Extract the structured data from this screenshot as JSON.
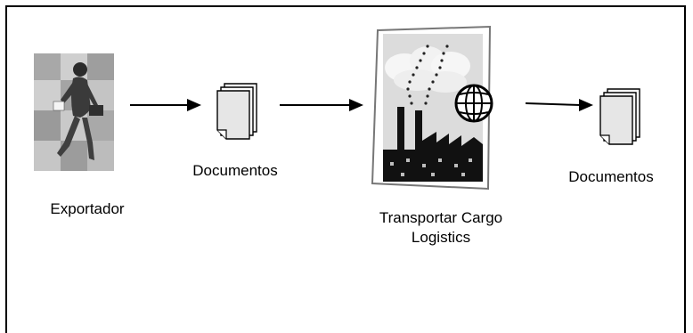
{
  "diagram": {
    "exporter_label": "Exportador",
    "documents_label_1": "Documentos",
    "transporter_label_line1": "Transportar Cargo",
    "transporter_label_line2": "Logistics",
    "documents_label_2": "Documentos"
  },
  "colors": {
    "stroke": "#000000",
    "background": "#ffffff",
    "clipart_gray_dark": "#8c8c8c",
    "clipart_gray_light": "#c8c8c8"
  },
  "icons": [
    "exporter-woman-icon",
    "documents-stack-icon",
    "factory-globe-icon",
    "documents-stack-icon"
  ]
}
